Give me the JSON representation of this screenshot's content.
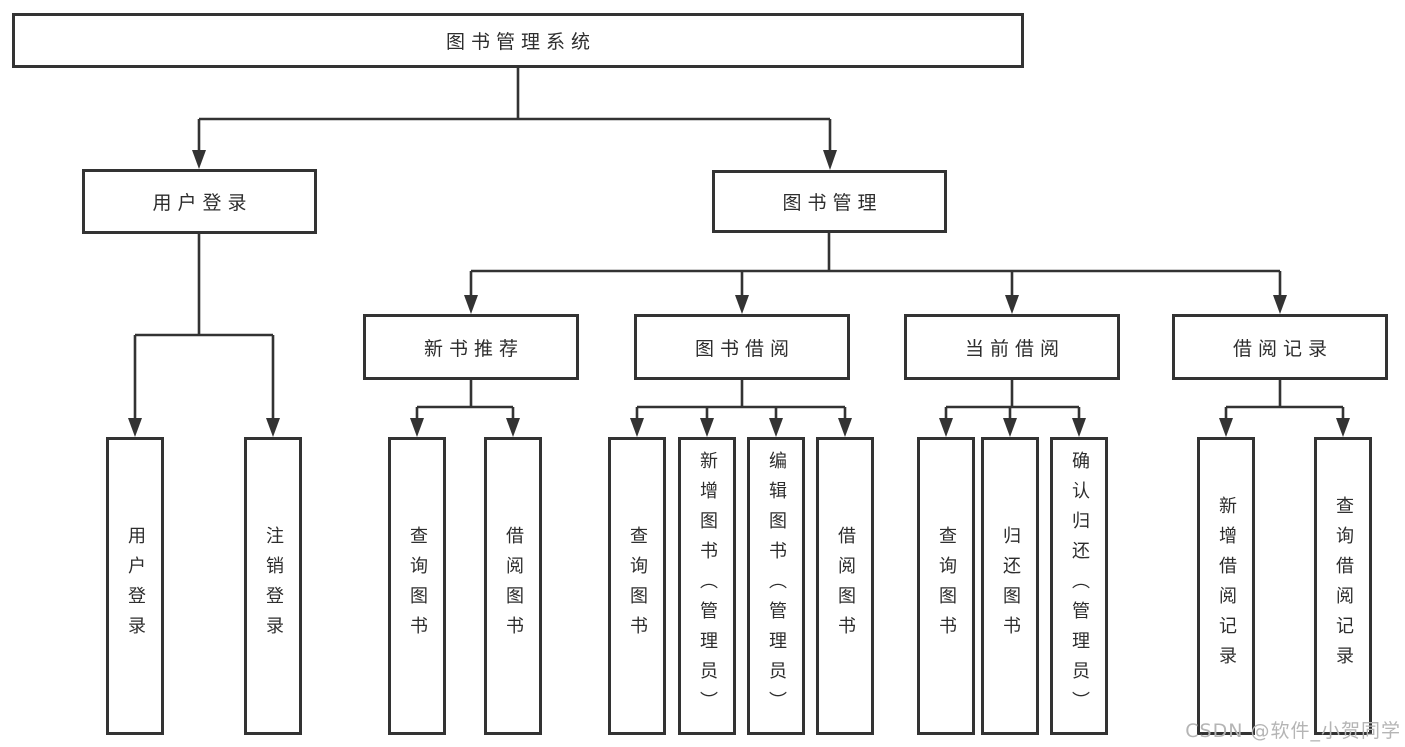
{
  "nodes": {
    "root": "图书管理系统",
    "userLogin": "用户登录",
    "bookManagement": "图书管理",
    "newBookRecommend": "新书推荐",
    "bookBorrow": "图书借阅",
    "currentBorrow": "当前借阅",
    "borrowRecord": "借阅记录",
    "leafUserLogin": "用户登录",
    "leafLogout": "注销登录",
    "leafQueryBook1": "查询图书",
    "leafBorrowBook1": "借阅图书",
    "leafQueryBook2": "查询图书",
    "leafAddBook": "新增图书（管理员）",
    "leafEditBook": "编辑图书（管理员）",
    "leafBorrowBook2": "借阅图书",
    "leafQueryBook3": "查询图书",
    "leafReturnBook": "归还图书",
    "leafConfirmReturn": "确认归还（管理员）",
    "leafAddRecord": "新增借阅记录",
    "leafQueryRecord": "查询借阅记录"
  },
  "hierarchy": {
    "图书管理系统": {
      "用户登录": [
        "用户登录",
        "注销登录"
      ],
      "图书管理": {
        "新书推荐": [
          "查询图书",
          "借阅图书"
        ],
        "图书借阅": [
          "查询图书",
          "新增图书（管理员）",
          "编辑图书（管理员）",
          "借阅图书"
        ],
        "当前借阅": [
          "查询图书",
          "归还图书",
          "确认归还（管理员）"
        ],
        "借阅记录": [
          "新增借阅记录",
          "查询借阅记录"
        ]
      }
    }
  },
  "watermark": "CSDN @软件_小贺同学",
  "colors": {
    "line": "#333333",
    "box_border": "#333333",
    "text": "#2d2d2d",
    "watermark": "#b5b5b5",
    "background": "#ffffff"
  }
}
